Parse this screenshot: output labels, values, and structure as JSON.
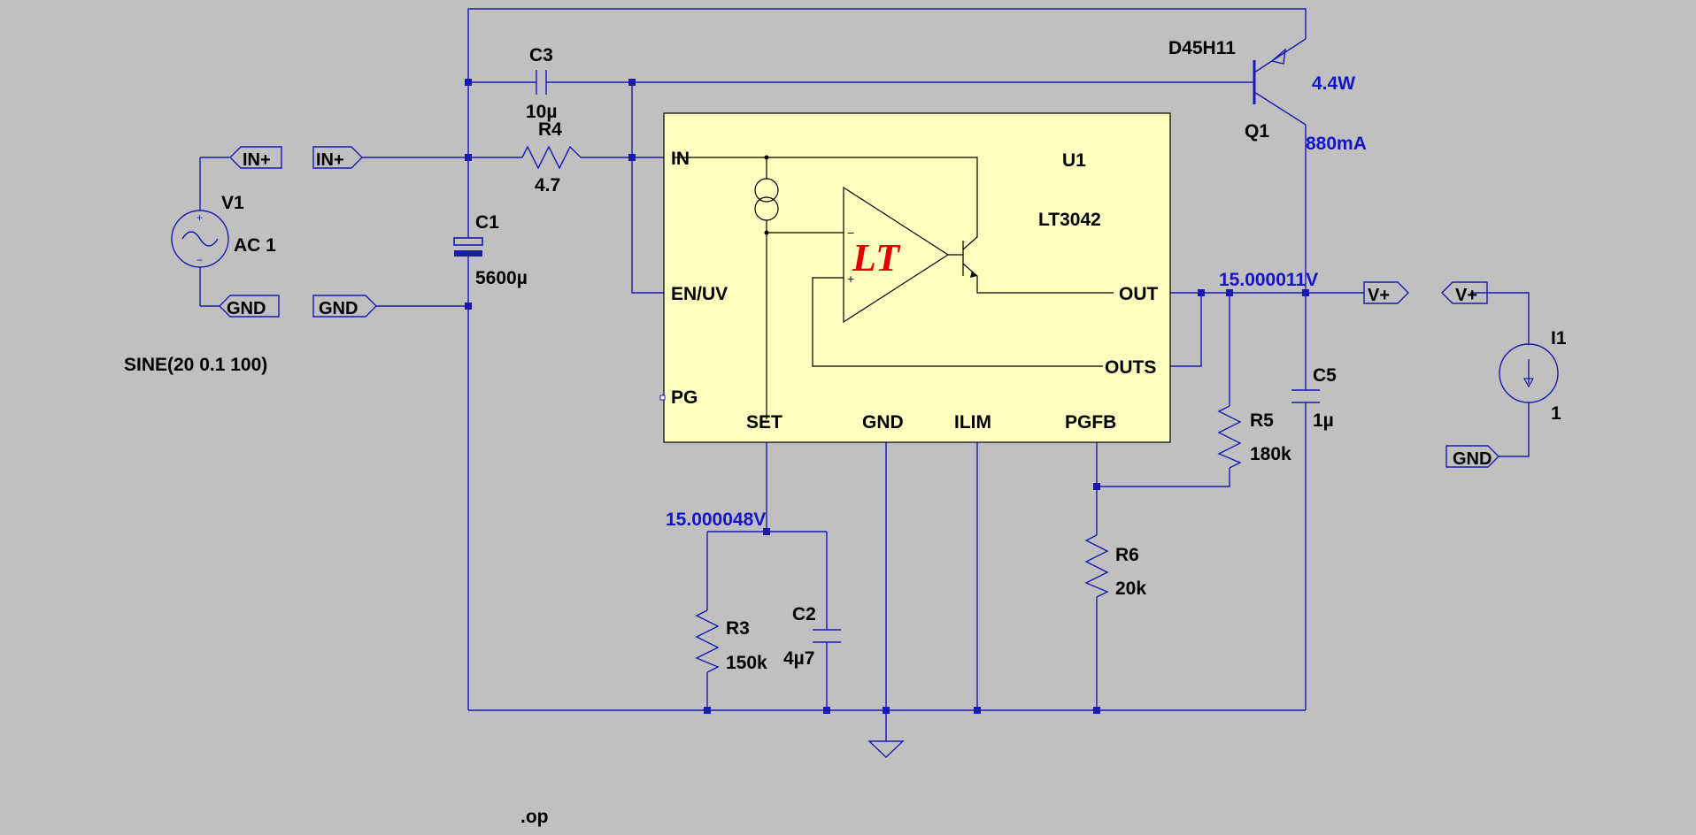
{
  "components": {
    "v1": {
      "name": "V1",
      "value": "AC 1",
      "spec": "SINE(20 0.1 100)"
    },
    "c1": {
      "name": "C1",
      "value": "5600µ"
    },
    "c2": {
      "name": "C2",
      "value": "4µ7"
    },
    "c3": {
      "name": "C3",
      "value": "10µ"
    },
    "c5": {
      "name": "C5",
      "value": "1µ"
    },
    "r3": {
      "name": "R3",
      "value": "150k"
    },
    "r4": {
      "name": "R4",
      "value": "4.7"
    },
    "r5": {
      "name": "R5",
      "value": "180k"
    },
    "r6": {
      "name": "R6",
      "value": "20k"
    },
    "q1": {
      "name": "Q1",
      "model": "D45H11"
    },
    "i1": {
      "name": "I1",
      "value": "1"
    },
    "u1": {
      "name": "U1",
      "part": "LT3042",
      "logo": "LT",
      "pins": {
        "in": "IN",
        "en": "EN/UV",
        "pg": "PG",
        "set": "SET",
        "gnd": "GND",
        "ilim": "ILIM",
        "pgfb": "PGFB",
        "out": "OUT",
        "outs": "OUTS"
      }
    }
  },
  "net_labels": {
    "in_plus": "IN+",
    "gnd": "GND",
    "v_plus": "V+"
  },
  "annotations": {
    "q1_power": "4.4W",
    "q1_current": "880mA",
    "out_voltage": "15.000011V",
    "set_voltage": "15.000048V"
  },
  "directive": ".op",
  "colors": {
    "background": "#c0c0c0",
    "wire": "#1a1ab0",
    "ic_fill": "#ffffc0",
    "annotation": "#1414c8",
    "logo": "#e00000"
  }
}
